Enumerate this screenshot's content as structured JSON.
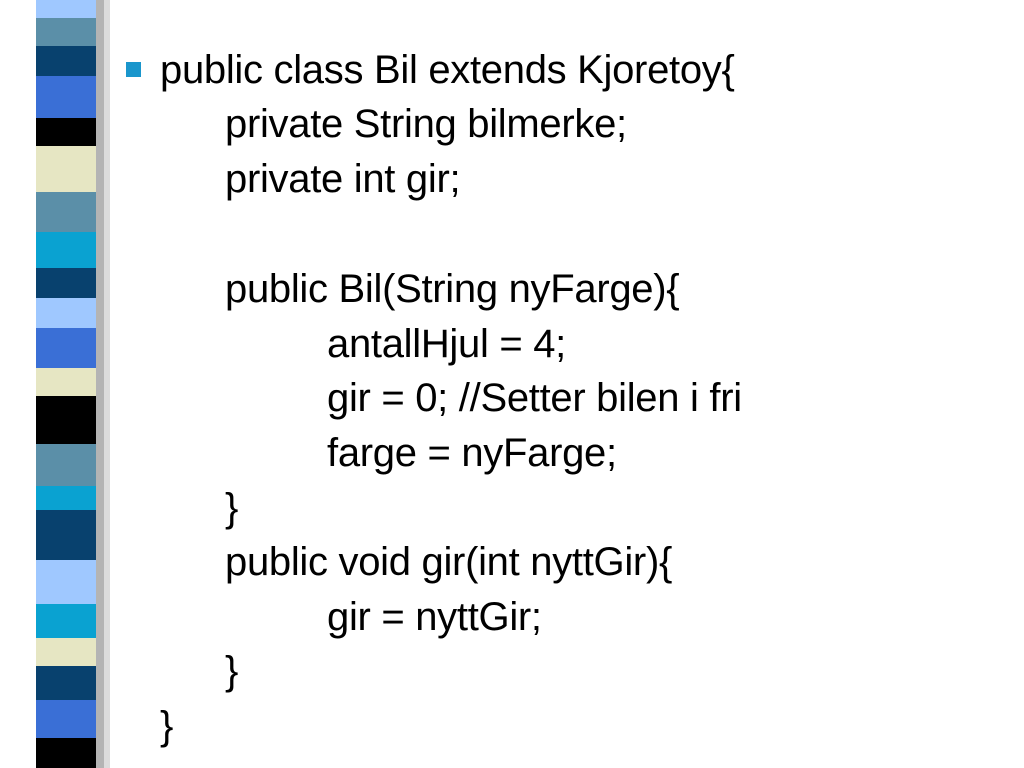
{
  "colors": {
    "background": "#ffffff",
    "text": "#000000",
    "bullet": "#1a96cc",
    "strip_palette": [
      "#5b8fa8",
      "#08416e",
      "#3a6fd6",
      "#000000",
      "#e6e6c3",
      "#0aa2d1",
      "#9fc8ff",
      "#ffffff"
    ]
  },
  "slide": {
    "bullet_icon": "square-bullet-icon",
    "code_lines": [
      "public class Bil extends Kjoretoy{",
      "private String bilmerke;",
      "private int gir;",
      "public Bil(String nyFarge){",
      "antallHjul = 4;",
      "gir = 0; //Setter bilen i fri",
      "farge = nyFarge;",
      "}",
      "public void gir(int nyttGir){",
      "gir = nyttGir;",
      "}",
      "}"
    ]
  }
}
